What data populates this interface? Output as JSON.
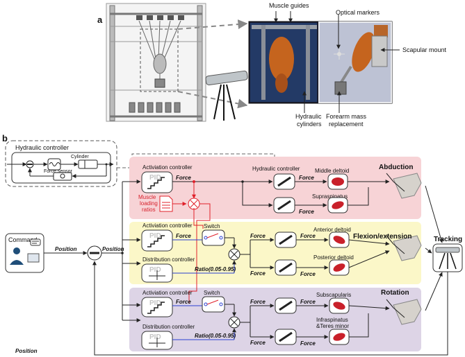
{
  "panel_a": {
    "letter": "a",
    "labels": {
      "muscle_guides": "Muscle guides",
      "optical_markers": "Optical markers",
      "scapular_mount": "Scapular mount",
      "hydraulic_cylinders_1": "Hydraulic",
      "hydraulic_cylinders_2": "cylinders",
      "forearm_1": "Forearm mass",
      "forearm_2": "replacement"
    }
  },
  "panel_b": {
    "letter": "b",
    "hydraulic_controller_inset": {
      "title": "Hydraulic controller",
      "cylinder": "Cylinder",
      "force_sensor": "Force sensor"
    },
    "command": "Command",
    "tracking": "Tracking",
    "position": "Position",
    "force": "Force",
    "ratio": "Ratio(0.05-0.95)",
    "switch": "Switch",
    "activation_controller": "Activiation controller",
    "distribution_controller": "Distribution controller",
    "hydraulic_controller": "Hydraulic controller",
    "muscle_loading_1": "Muscle",
    "muscle_loading_2": "loading",
    "muscle_loading_3": "ratios",
    "pid": "PID",
    "movements": {
      "abduction": "Abduction",
      "flexion": "Flexion/extension",
      "rotation": "Rotation"
    },
    "muscles": {
      "middle_deltoid": "Middle deltoid",
      "supraspinatus": "Supraspinatus",
      "anterior_deltoid": "Anterior deltoid",
      "posterior_deltoid": "Posterior deltoid",
      "subscapularis": "Subscapularis",
      "infra_1": "Infraspinatus",
      "infra_2": "&Teres minor"
    },
    "colors": {
      "abduction_bg": "#f7d3d6",
      "flexion_bg": "#fbf7c8",
      "rotation_bg": "#ddd4e6",
      "signal_red": "#e0202a",
      "signal_blue": "#2a3fd1",
      "muscle_red": "#c9202a"
    }
  }
}
